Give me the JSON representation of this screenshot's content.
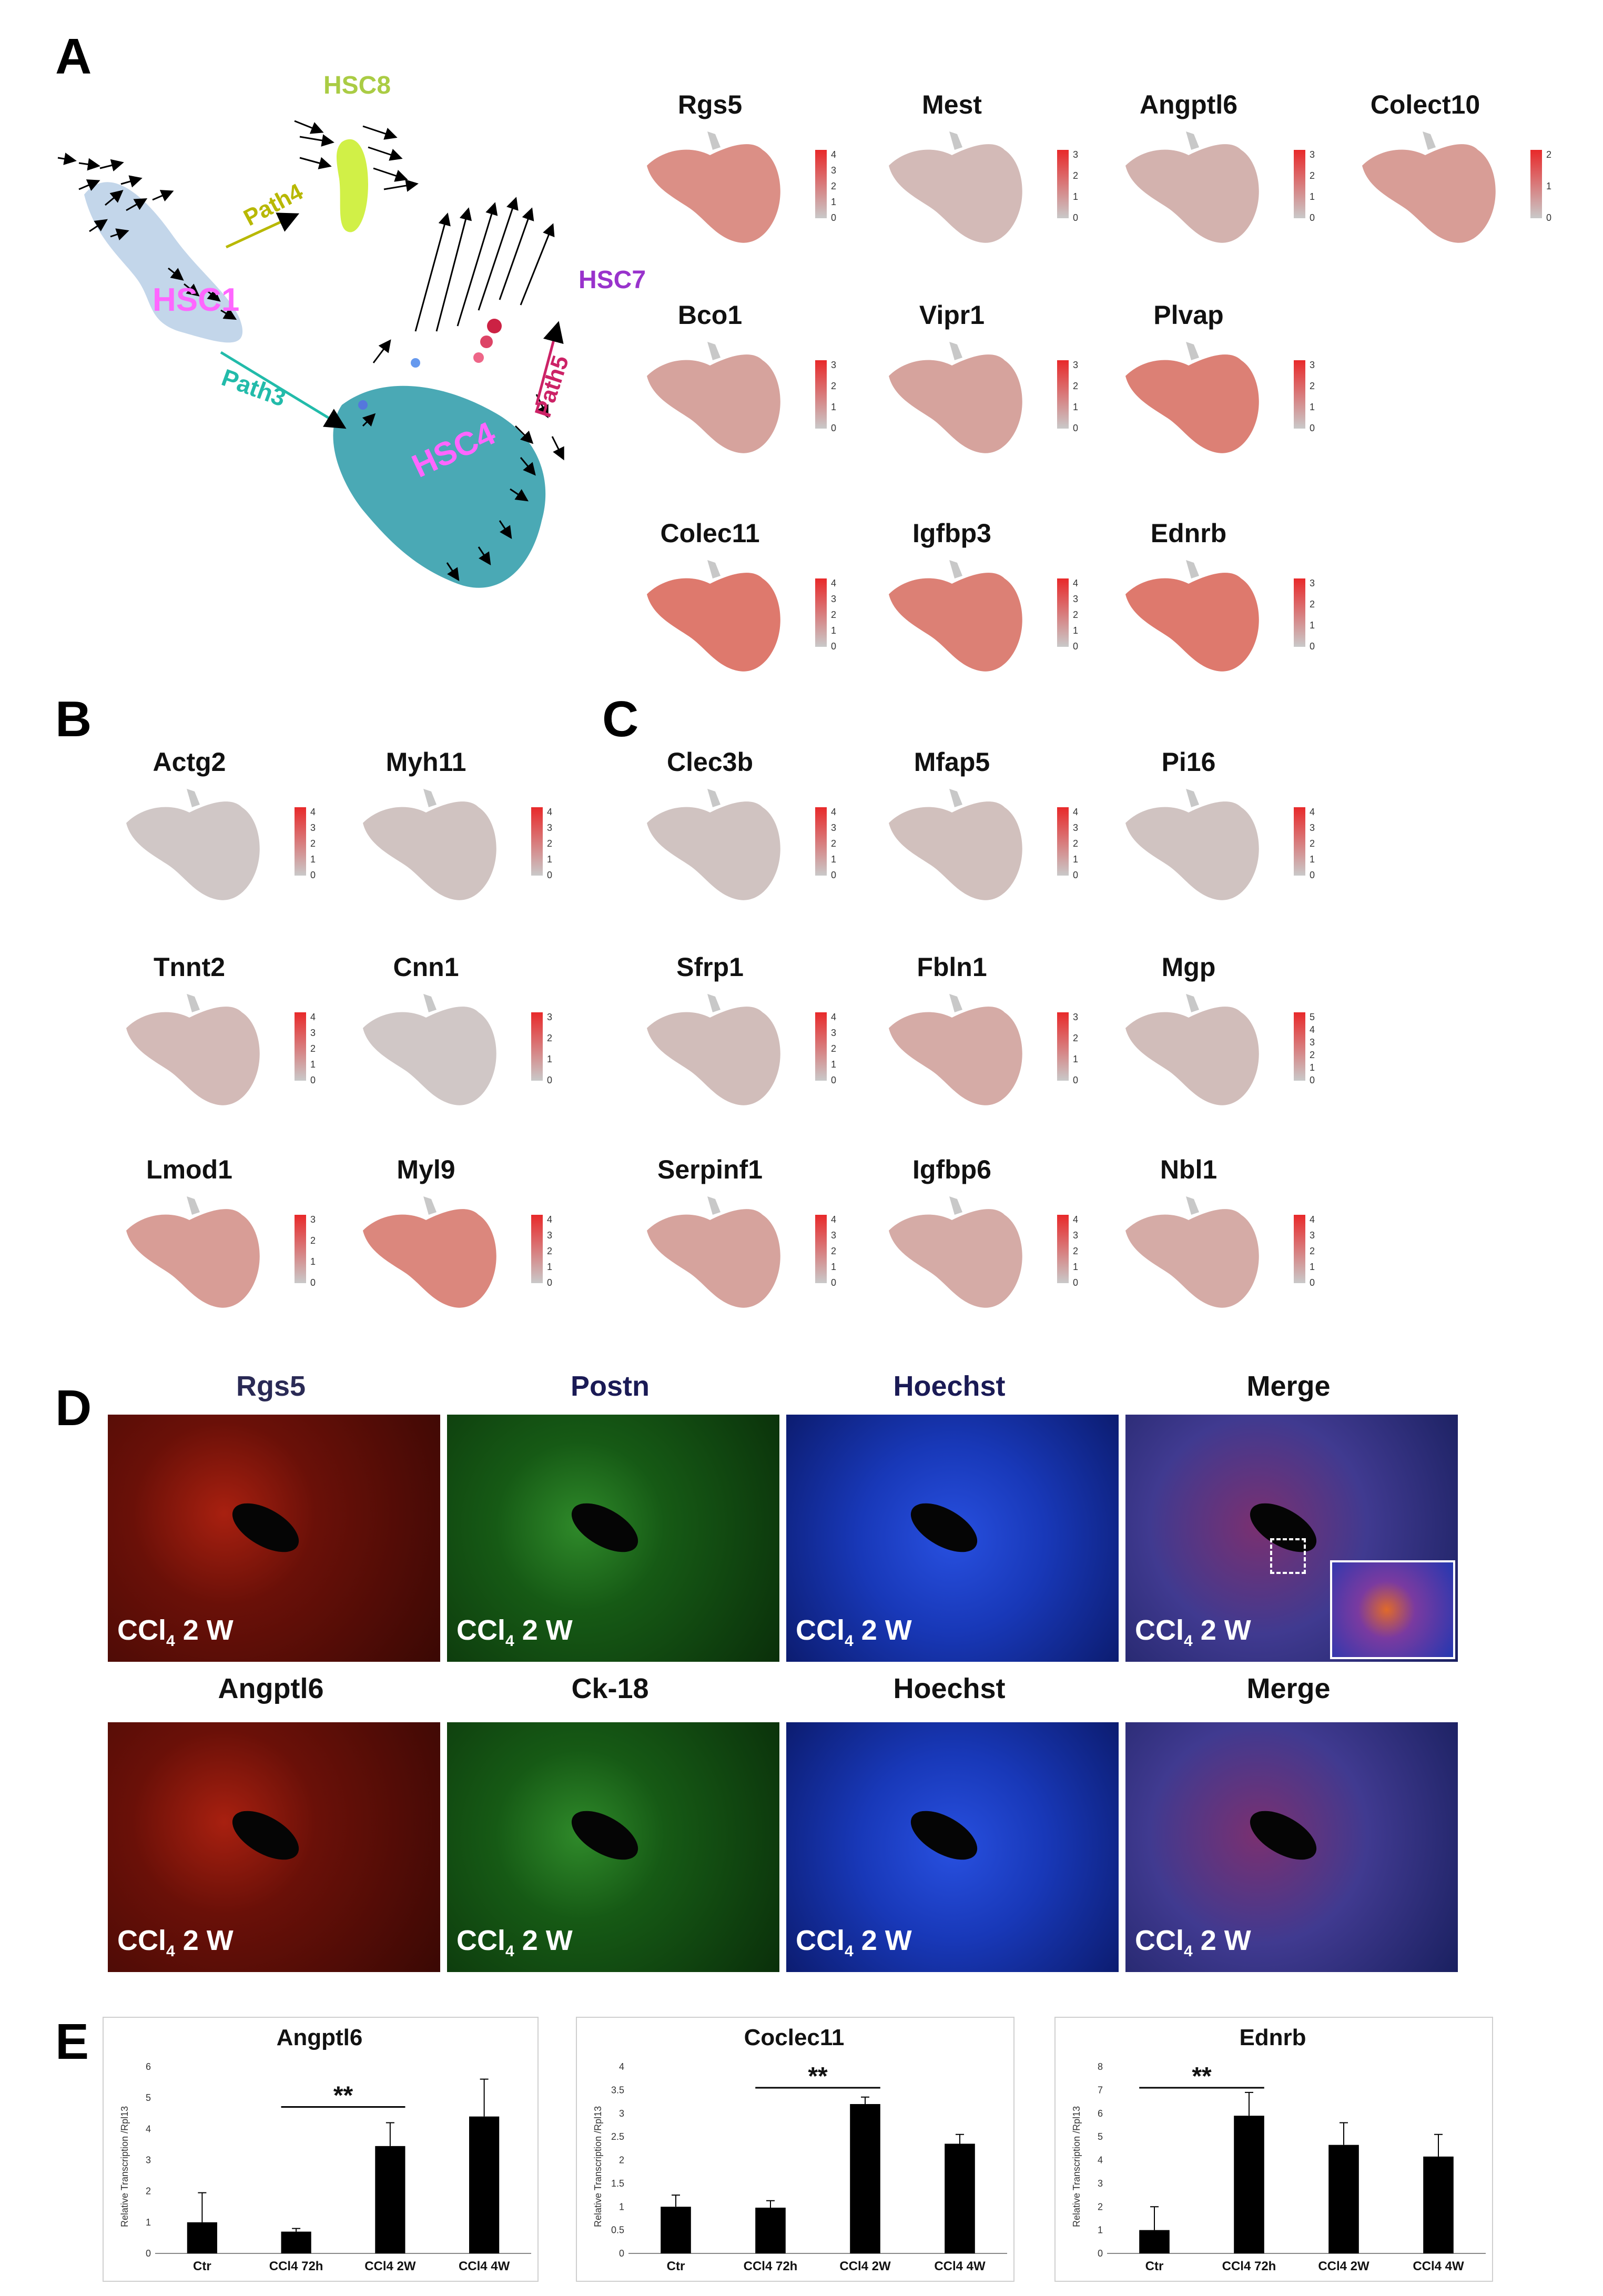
{
  "panels": {
    "A": "A",
    "B": "B",
    "C": "C",
    "D": "D",
    "E": "E"
  },
  "trajectory": {
    "clusters": [
      "HSC1",
      "HSC4",
      "HSC7",
      "HSC8"
    ],
    "paths": [
      "Path3",
      "Path4",
      "Path5"
    ],
    "colors": {
      "HSC1": "#ff66ff",
      "HSC4": "#ff66ff",
      "HSC7": "#9933cc",
      "HSC8": "#aacc44",
      "Path3": "#22bbaa",
      "Path4": "#b8b800",
      "Path5": "#cc2266"
    }
  },
  "feature_plots_A": [
    {
      "gene": "Rgs5",
      "ticks": [
        "4",
        "3",
        "2",
        "1",
        "0"
      ]
    },
    {
      "gene": "Mest",
      "ticks": [
        "3",
        "2",
        "1",
        "0"
      ]
    },
    {
      "gene": "Angptl6",
      "ticks": [
        "3",
        "2",
        "1",
        "0"
      ]
    },
    {
      "gene": "Colect10",
      "ticks": [
        "2",
        "1",
        "0"
      ]
    },
    {
      "gene": "Bco1",
      "ticks": [
        "3",
        "2",
        "1",
        "0"
      ]
    },
    {
      "gene": "Vipr1",
      "ticks": [
        "3",
        "2",
        "1",
        "0"
      ]
    },
    {
      "gene": "Plvap",
      "ticks": [
        "3",
        "2",
        "1",
        "0"
      ]
    },
    {
      "gene": "Colec11",
      "ticks": [
        "4",
        "3",
        "2",
        "1",
        "0"
      ]
    },
    {
      "gene": "Igfbp3",
      "ticks": [
        "4",
        "3",
        "2",
        "1",
        "0"
      ]
    },
    {
      "gene": "Ednrb",
      "ticks": [
        "3",
        "2",
        "1",
        "0"
      ]
    }
  ],
  "feature_plots_B": [
    {
      "gene": "Actg2",
      "ticks": [
        "4",
        "3",
        "2",
        "1",
        "0"
      ]
    },
    {
      "gene": "Myh11",
      "ticks": [
        "4",
        "3",
        "2",
        "1",
        "0"
      ]
    },
    {
      "gene": "Tnnt2",
      "ticks": [
        "4",
        "3",
        "2",
        "1",
        "0"
      ]
    },
    {
      "gene": "Cnn1",
      "ticks": [
        "3",
        "2",
        "1",
        "0"
      ]
    },
    {
      "gene": "Lmod1",
      "ticks": [
        "3",
        "2",
        "1",
        "0"
      ]
    },
    {
      "gene": "Myl9",
      "ticks": [
        "4",
        "3",
        "2",
        "1",
        "0"
      ]
    }
  ],
  "feature_plots_C": [
    {
      "gene": "Clec3b",
      "ticks": [
        "4",
        "3",
        "2",
        "1",
        "0"
      ]
    },
    {
      "gene": "Mfap5",
      "ticks": [
        "4",
        "3",
        "2",
        "1",
        "0"
      ]
    },
    {
      "gene": "Pi16",
      "ticks": [
        "4",
        "3",
        "2",
        "1",
        "0"
      ]
    },
    {
      "gene": "Sfrp1",
      "ticks": [
        "4",
        "3",
        "2",
        "1",
        "0"
      ]
    },
    {
      "gene": "Fbln1",
      "ticks": [
        "3",
        "2",
        "1",
        "0"
      ]
    },
    {
      "gene": "Mgp",
      "ticks": [
        "5",
        "4",
        "3",
        "2",
        "1",
        "0"
      ]
    },
    {
      "gene": "Serpinf1",
      "ticks": [
        "4",
        "3",
        "2",
        "1",
        "0"
      ]
    },
    {
      "gene": "Igfbp6",
      "ticks": [
        "4",
        "3",
        "2",
        "1",
        "0"
      ]
    },
    {
      "gene": "Nbl1",
      "ticks": [
        "4",
        "3",
        "2",
        "1",
        "0"
      ]
    }
  ],
  "staining": {
    "row1": [
      {
        "title": "Rgs5",
        "title_color": "#2a2a55",
        "tile": "red"
      },
      {
        "title": "Postn",
        "title_color": "#1a1a55",
        "tile": "green"
      },
      {
        "title": "Hoechst",
        "title_color": "#1a1a55",
        "tile": "blue"
      },
      {
        "title": "Merge",
        "title_color": "#111111",
        "tile": "merge"
      }
    ],
    "row2": [
      {
        "title": "Angptl6",
        "title_color": "#111111",
        "tile": "red"
      },
      {
        "title": "Ck-18",
        "title_color": "#111111",
        "tile": "green"
      },
      {
        "title": "Hoechst",
        "title_color": "#111111",
        "tile": "blue"
      },
      {
        "title": "Merge",
        "title_color": "#111111",
        "tile": "merge"
      }
    ],
    "caption_main": "CCl",
    "caption_sub": "4",
    "caption_tail": " 2 W"
  },
  "chart_data": [
    {
      "type": "bar",
      "title": "Angptl6",
      "ylabel": "Relative Transcription /Rpl13",
      "categories": [
        "Ctr",
        "CCl4 72h",
        "CCl4 2W",
        "CCl4 4W"
      ],
      "values": [
        1.0,
        0.7,
        3.45,
        4.4
      ],
      "errors": [
        0.95,
        0.1,
        0.75,
        1.2
      ],
      "ylim": [
        0,
        6
      ],
      "yticks": [
        "0",
        "1",
        "2",
        "3",
        "4",
        "5",
        "6"
      ],
      "significance": {
        "from": 1,
        "to": 2,
        "label": "**"
      }
    },
    {
      "type": "bar",
      "title": "Coclec11",
      "ylabel": "Relative Transcription /Rpl13",
      "categories": [
        "Ctr",
        "CCl4 72h",
        "CCl4 2W",
        "CCl4 4W"
      ],
      "values": [
        1.0,
        0.98,
        3.2,
        2.35
      ],
      "errors": [
        0.25,
        0.15,
        0.15,
        0.2
      ],
      "ylim": [
        0,
        4
      ],
      "yticks": [
        "0",
        "0.5",
        "1",
        "1.5",
        "2",
        "2.5",
        "3",
        "3.5",
        "4"
      ],
      "significance": {
        "from": 1,
        "to": 2,
        "label": "**"
      }
    },
    {
      "type": "bar",
      "title": "Ednrb",
      "ylabel": "Relative Transcription /Rpl13",
      "categories": [
        "Ctr",
        "CCl4 72h",
        "CCl4 2W",
        "CCl4 4W"
      ],
      "values": [
        1.0,
        5.9,
        4.65,
        4.15
      ],
      "errors": [
        1.0,
        1.0,
        0.95,
        0.95
      ],
      "ylim": [
        0,
        8
      ],
      "yticks": [
        "0",
        "1",
        "2",
        "3",
        "4",
        "5",
        "6",
        "7",
        "8"
      ],
      "significance": {
        "from": 0,
        "to": 1,
        "label": "**"
      }
    }
  ]
}
